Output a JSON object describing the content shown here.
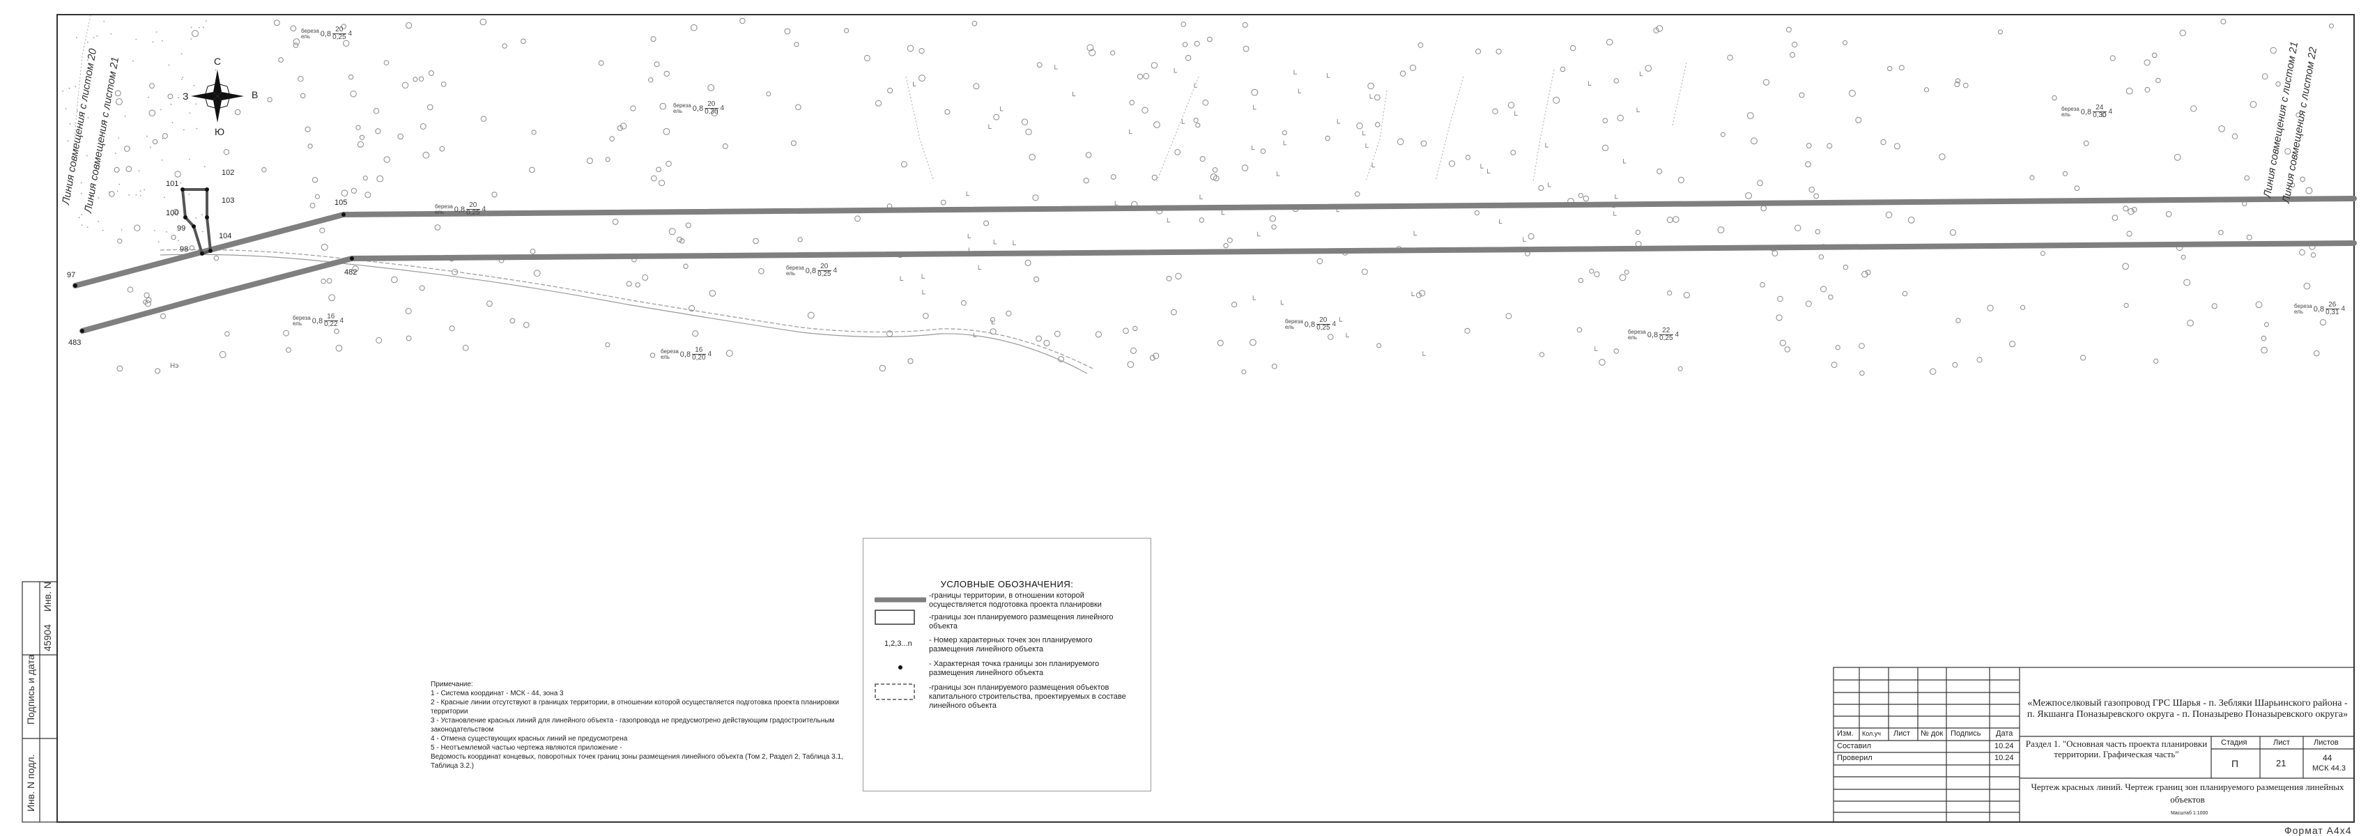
{
  "drawing": {
    "compass": {
      "north": "С",
      "south": "Ю",
      "east": "В",
      "west": "З"
    },
    "match_lines": {
      "left_1": "Линия совмещения с листом 20",
      "left_2": "Линия совмещения с листом 21",
      "right_1": "Линия совмещения с листом 21",
      "right_2": "Линия совмещения с листом 22"
    },
    "point_labels": [
      "101",
      "102",
      "103",
      "100",
      "99",
      "104",
      "98",
      "97",
      "105",
      "482",
      "483"
    ],
    "tree_species": "береза",
    "tree_species_2": "ель",
    "tree_annotations": [
      {
        "sp": "0,8",
        "a": "20",
        "b": "0,25",
        "c": "4"
      },
      {
        "sp": "0,8",
        "a": "20",
        "b": "0,30",
        "c": "4"
      },
      {
        "sp": "0,8",
        "a": "20",
        "b": "0,25",
        "c": "4"
      },
      {
        "sp": "0,8",
        "a": "20",
        "b": "0,25",
        "c": "4"
      },
      {
        "sp": "0,8",
        "a": "16",
        "b": "0,22",
        "c": "4"
      },
      {
        "sp": "0,8",
        "a": "16",
        "b": "0,20",
        "c": "4"
      },
      {
        "sp": "0,8",
        "a": "20",
        "b": "0,25",
        "c": "4"
      },
      {
        "sp": "0,8",
        "a": "22",
        "b": "0,25",
        "c": "4"
      },
      {
        "sp": "0,8",
        "a": "24",
        "b": "0,30",
        "c": "4"
      },
      {
        "sp": "0,8",
        "a": "26",
        "b": "0,31",
        "c": "4"
      }
    ],
    "slope_mark": "Нэ"
  },
  "left_strip": {
    "inv_label": "Инв. N подл.",
    "sign_label": "Подпись и дата",
    "inv_label_2": "Инв. N",
    "inv_value": "45904"
  },
  "legend": {
    "title": "УСЛОВНЫЕ ОБОЗНАЧЕНИЯ:",
    "items": [
      "-границы территории, в отношении которой осуществляется подготовка проекта планировки",
      "-границы зон планируемого размещения линейного объекта",
      "- Номер характерных точек зон планируемого размещения линейного объекта",
      "- Характерная точка границы зон планируемого размещения линейного объекта",
      "-границы зон планируемого размещения объектов капитального строительства, проектируемых в составе линейного объекта"
    ],
    "points_symbol": "1,2,3...n"
  },
  "notes": {
    "title": "Примечание:",
    "lines": [
      "1 - Система координат - МСК - 44, зона 3",
      "2 - Красные линии отсутствуют в границах территории, в отношении которой осуществляется подготовка проекта планировки территории",
      "3 - Установление красных линий для линейного объекта - газопровода не предусмотрено действующим градостроительным законодательством",
      "4 - Отмена существующих красных линий не предусмотрена",
      "5 - Неотъемлемой частью чертежа являются приложение -",
      "Ведомость координат концевых, поворотных точек границ зоны размещения линейного объекта (Том 2, Раздел 2, Таблица 3.1, Таблица 3.2.)"
    ]
  },
  "stamp": {
    "project_title": "«Межпоселковый газопровод ГРС Шарья - п. Зебляки Шарьинского района - п. Якшанга Поназыревского округа - п. Поназырево Поназыревского округа»",
    "cols": {
      "izm": "Изм.",
      "kol": "Кол.уч",
      "list": "Лист",
      "ndok": "№ док",
      "podp": "Подпись",
      "data": "Дата"
    },
    "rows": [
      {
        "role": "Составил",
        "date": "10.24"
      },
      {
        "role": "Проверил",
        "date": "10.24"
      }
    ],
    "section_title": "Раздел 1. \"Основная часть проекта планировки территории. Графическая часть\"",
    "stage_label": "Стадия",
    "sheet_label": "Лист",
    "sheets_label": "Листов",
    "stage": "П",
    "sheet": "21",
    "sheets": "44",
    "coord_system": "МСК 44.3",
    "drawing_title": "Чертеж красных линий. Чертеж границ зон планируемого размещения линейных объектов",
    "scale": "Масштаб 1:1000"
  },
  "format_label": "Формат А4х4"
}
